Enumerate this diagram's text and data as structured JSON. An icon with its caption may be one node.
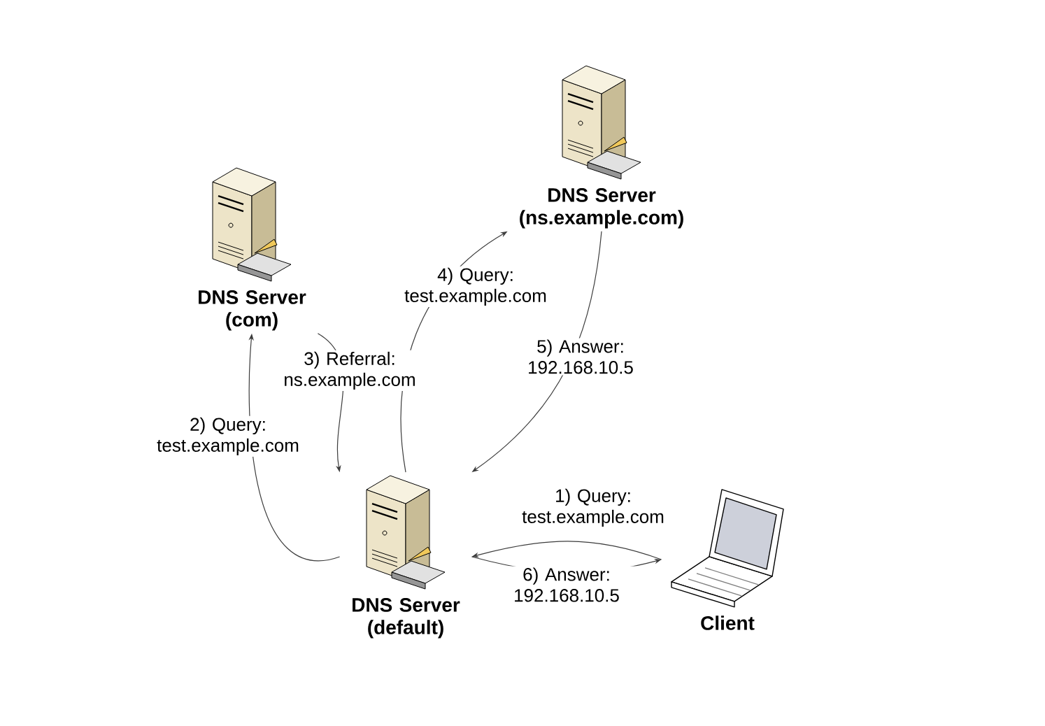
{
  "diagram": {
    "nodes": [
      {
        "text": [
          "DNS Server (ns.example.com)"
        ]
      },
      {
        "text": [
          "DNS Server (com)"
        ]
      },
      {
        "text": [
          "DNS Server (default)"
        ]
      },
      {
        "text": [
          "Client"
        ]
      }
    ],
    "edges": [
      {
        "from": 3,
        "to": 2,
        "arrow": "to",
        "label": "1) Query: test.example.com"
      },
      {
        "from": 2,
        "to": 1,
        "arrow": "to",
        "label": "2) Query: test.example.com"
      },
      {
        "from": 1,
        "to": 2,
        "arrow": "to",
        "label": "3) Referral: ns.example.com"
      },
      {
        "from": 2,
        "to": 0,
        "arrow": "to",
        "label": "4) Query: test.example.com"
      },
      {
        "from": 0,
        "to": 2,
        "arrow": "to",
        "label": "5) Answer: 192.168.10.5"
      },
      {
        "from": 2,
        "to": 3,
        "arrow": "to",
        "label": "6) Answer: 192.168.10.5"
      }
    ]
  }
}
